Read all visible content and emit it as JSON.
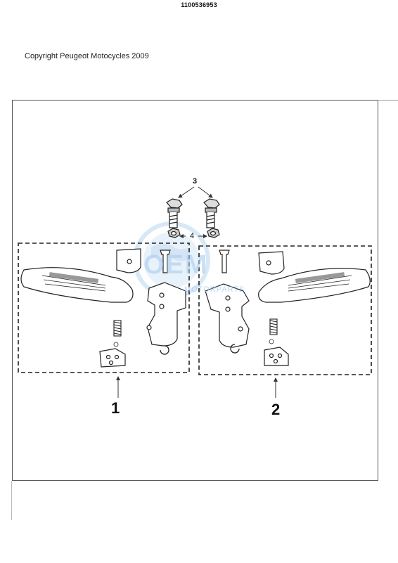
{
  "header": {
    "code": "1100536953"
  },
  "copyright": "Copyright Peugeot Motocycles 2009",
  "callouts": {
    "bolts": "3",
    "nuts": "4",
    "kit_left": "1",
    "kit_right": "2"
  },
  "watermark": {
    "text": "OEM",
    "subtext": "MOTORPARTS"
  },
  "colors": {
    "line": "#333333",
    "frame": "#555555",
    "watermark": "#9ec4e8"
  }
}
